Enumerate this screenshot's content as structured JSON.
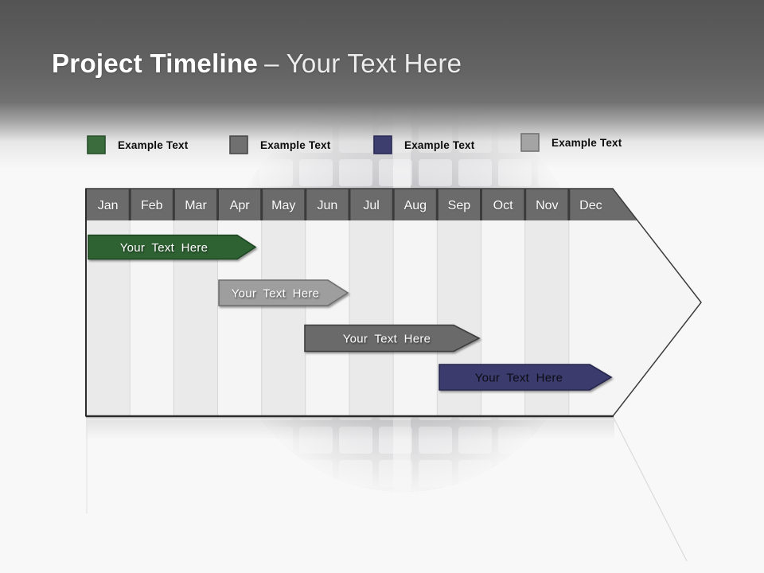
{
  "slide": {
    "title": {
      "primary": "Project Timeline",
      "secondary": "– Your Text Here"
    }
  },
  "legend": {
    "items": [
      {
        "label": "Example Text",
        "color": "#3a6c3e",
        "border": "#28502e"
      },
      {
        "label": "Example Text",
        "color": "#707070",
        "border": "#484848"
      },
      {
        "label": "Example Text",
        "color": "#3d3d6e",
        "border": "#2a2a55"
      },
      {
        "label": "Example Text",
        "color": "#a4a4a4",
        "border": "#737373"
      }
    ]
  },
  "timeline": {
    "months": [
      "Jan",
      "Feb",
      "Mar",
      "Apr",
      "May",
      "Jun",
      "Jul",
      "Aug",
      "Sep",
      "Oct",
      "Nov",
      "Dec"
    ],
    "header_color": "#6b6b6b",
    "header_divider_color": "#3b3b3b",
    "stripe_color": "#eaeaea",
    "arrow_fill": "#f5f5f5",
    "arrow_border": "#3c3c3c",
    "bars": [
      {
        "label": "Your Text Here",
        "color": "#2f6233",
        "border": "#1c4522",
        "text_color": "#ffffff",
        "start_month": "Jan",
        "end_month": "Apr"
      },
      {
        "label": "Your Text Here",
        "color": "#9e9e9e",
        "border": "#6d6d6d",
        "text_color": "#ffffff",
        "start_month": "Apr",
        "end_month": "Jun"
      },
      {
        "label": "Your Text Here",
        "color": "#6b6b6b",
        "border": "#3e3e3e",
        "text_color": "#ffffff",
        "start_month": "Jun",
        "end_month": "Sep"
      },
      {
        "label": "Your Text Here",
        "color": "#3b3b6d",
        "border": "#26264e",
        "text_color": "#0b0b14",
        "start_month": "Sep",
        "end_month": "Dec"
      }
    ]
  }
}
